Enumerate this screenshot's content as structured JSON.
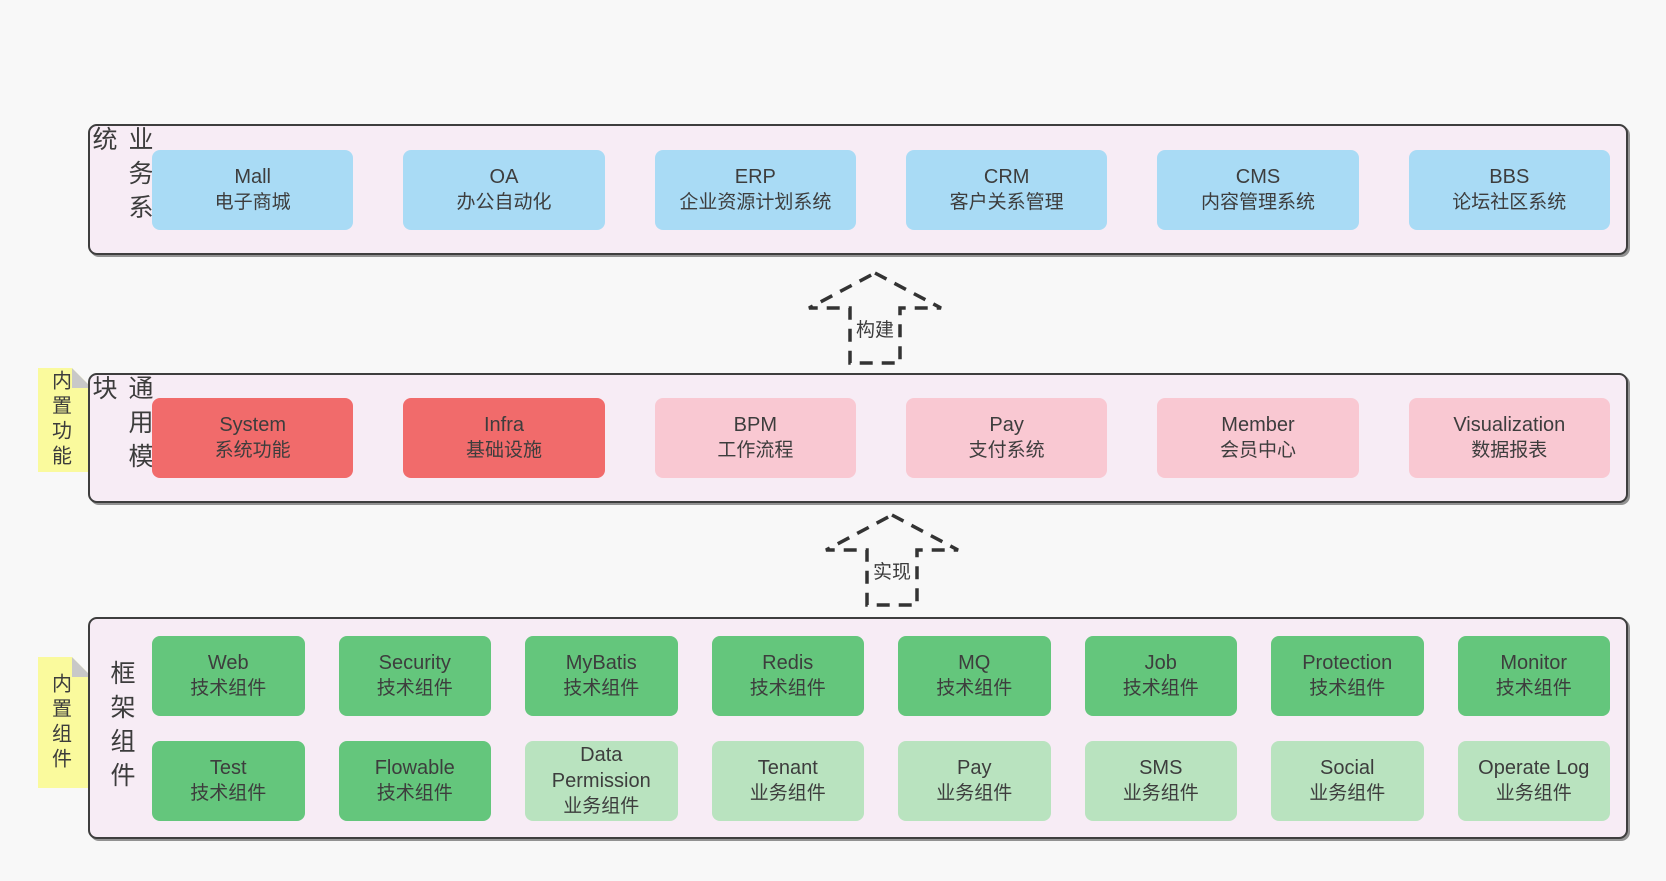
{
  "colors": {
    "page_bg": "#f8f8f8",
    "band_bg": "#f7ecf5",
    "band_border": "#3e3e3e",
    "text": "#3c3c3c",
    "blue": "#a9dbf5",
    "red": "#f16b6b",
    "pink": "#f9c8d2",
    "green": "#64c67c",
    "green_light": "#b9e3bf",
    "sticky_yellow": "#fafa9d",
    "fold_gray": "#c8c8c8",
    "arrow": "#333333"
  },
  "arrows": [
    {
      "label": "构建"
    },
    {
      "label": "实现"
    }
  ],
  "bands": [
    {
      "label": "业务系统",
      "rows": [
        [
          {
            "name": "Mall",
            "subtitle": "电子商城"
          },
          {
            "name": "OA",
            "subtitle": "办公自动化"
          },
          {
            "name": "ERP",
            "subtitle": "企业资源计划系统"
          },
          {
            "name": "CRM",
            "subtitle": "客户关系管理"
          },
          {
            "name": "CMS",
            "subtitle": "内容管理系统"
          },
          {
            "name": "BBS",
            "subtitle": "论坛社区系统"
          }
        ]
      ]
    },
    {
      "label": "通用模块",
      "sticky": "内置功能",
      "rows": [
        [
          {
            "name": "System",
            "subtitle": "系统功能"
          },
          {
            "name": "Infra",
            "subtitle": "基础设施"
          },
          {
            "name": "BPM",
            "subtitle": "工作流程"
          },
          {
            "name": "Pay",
            "subtitle": "支付系统"
          },
          {
            "name": "Member",
            "subtitle": "会员中心"
          },
          {
            "name": "Visualization",
            "subtitle": "数据报表"
          }
        ]
      ]
    },
    {
      "label": "框架组件",
      "sticky": "内置组件",
      "rows": [
        [
          {
            "name": "Web",
            "subtitle": "技术组件"
          },
          {
            "name": "Security",
            "subtitle": "技术组件"
          },
          {
            "name": "MyBatis",
            "subtitle": "技术组件"
          },
          {
            "name": "Redis",
            "subtitle": "技术组件"
          },
          {
            "name": "MQ",
            "subtitle": "技术组件"
          },
          {
            "name": "Job",
            "subtitle": "技术组件"
          },
          {
            "name": "Protection",
            "subtitle": "技术组件"
          },
          {
            "name": "Monitor",
            "subtitle": "技术组件"
          }
        ],
        [
          {
            "name": "Test",
            "subtitle": "技术组件"
          },
          {
            "name": "Flowable",
            "subtitle": "技术组件"
          },
          {
            "name": "Data Permission",
            "subtitle": "业务组件"
          },
          {
            "name": "Tenant",
            "subtitle": "业务组件"
          },
          {
            "name": "Pay",
            "subtitle": "业务组件"
          },
          {
            "name": "SMS",
            "subtitle": "业务组件"
          },
          {
            "name": "Social",
            "subtitle": "业务组件"
          },
          {
            "name": "Operate Log",
            "subtitle": "业务组件"
          }
        ]
      ]
    }
  ]
}
